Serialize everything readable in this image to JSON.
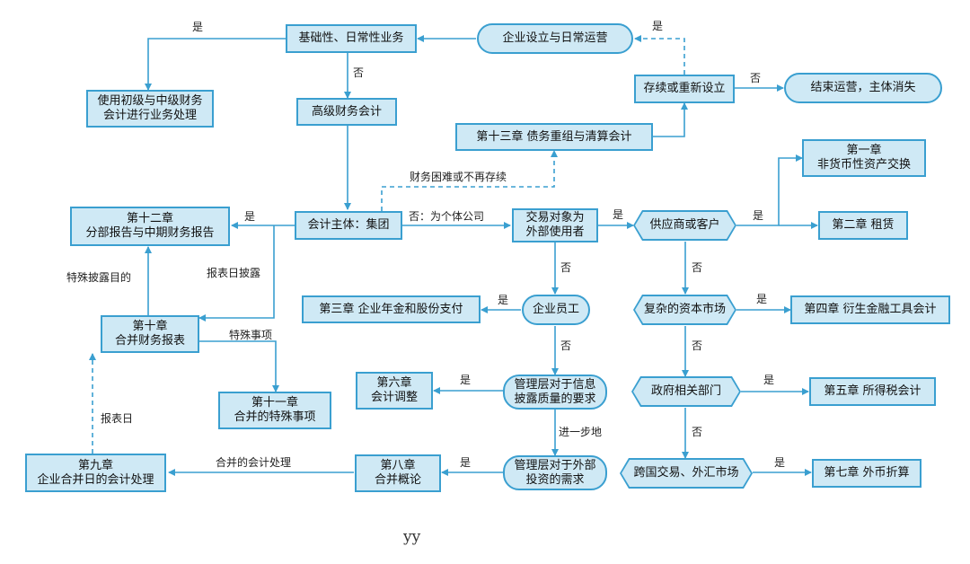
{
  "nodes": {
    "qyslyrc": "企业设立与日常运营",
    "jcxrc": "基础性、日常性业务",
    "cxhcxsl": "存续或重新设立",
    "jsyy": "结束运营，主体消失",
    "cjzj": "使用初级与中级财务\n会计进行业务处理",
    "gjcw": "高级财务会计",
    "ch13": "第十三章  债务重组与清算会计",
    "ch1": "第一章\n非货币性资产交换",
    "ch12": "第十二章\n分部报告与中期财务报告",
    "kjzt": "会计主体：集团",
    "jydx": "交易对象为\n外部使用者",
    "gys": "供应商或客户",
    "ch2": "第二章  租赁",
    "ch3": "第三章  企业年金和股份支付",
    "qyyg": "企业员工",
    "fzzb": "复杂的资本市场",
    "ch4": "第四章  衍生金融工具会计",
    "ch10": "第十章\n合并财务报表",
    "ch11": "第十一章\n合并的特殊事项",
    "ch6": "第六章\n会计调整",
    "glxx": "管理层对于信息\n披露质量的要求",
    "zfbm": "政府相关部门",
    "ch5": "第五章  所得税会计",
    "ch9": "第九章\n企业合并日的会计处理",
    "ch8": "第八章\n合并概论",
    "gltz": "管理层对于外部\n投资的需求",
    "kgjy": "跨国交易、外汇市场",
    "ch7": "第七章  外币折算"
  },
  "labels": {
    "shi1": "是",
    "shi2": "是",
    "fou1": "否",
    "fou2": "否",
    "cwkn": "财务困难或不再存续",
    "shi3": "是",
    "fou_gt": "否：为个体公司",
    "shi4": "是",
    "shi5": "是",
    "tspl": "特殊披露目的",
    "bbrpl": "报表日披露",
    "fou3": "否",
    "fou4": "否",
    "shi6": "是",
    "shi7": "是",
    "tssx": "特殊事项",
    "fou5": "否",
    "fou6": "否",
    "shi8": "是",
    "shi9": "是",
    "bbr": "报表日",
    "jybd": "进一步地",
    "fou7": "否",
    "hbkj": "合并的会计处理",
    "shi10": "是",
    "shi11": "是"
  },
  "watermark": "yy",
  "colors": {
    "line": "#3a9fd0",
    "fill": "#cfe9f5"
  }
}
